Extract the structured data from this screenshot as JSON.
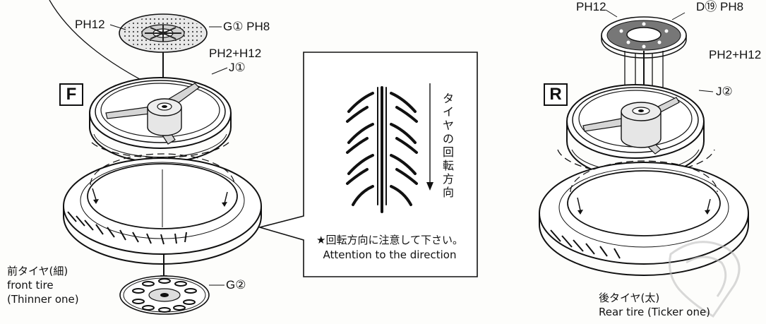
{
  "sections": {
    "front": "F",
    "rear": "R"
  },
  "front": {
    "disc_part": "G①  PH8",
    "disc_glue": "PH12",
    "hub_glue": "PH2+H12",
    "wheel_part": "J①",
    "bottom_disc_part": "G②",
    "tire_jp": "前タイヤ(細)",
    "tire_en": "front tire",
    "tire_note": "(Thinner one)"
  },
  "rear": {
    "disc_glue": "PH12",
    "disc_part": "D⑲ PH8",
    "hub_glue": "PH2+H12",
    "wheel_part": "J②",
    "tire_jp": "後タイヤ(太)",
    "tire_en": "Rear tire (Ticker one)"
  },
  "center": {
    "rotation_label": "タイヤの回転方向",
    "notice_jp": "★回転方向に注意して下さい。",
    "notice_en": "Attention to the direction"
  }
}
